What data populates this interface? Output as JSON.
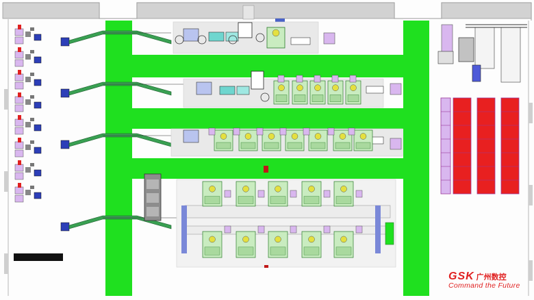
{
  "logo": {
    "brand": "GSK",
    "brand_cn": "广州数控",
    "slogan": "Command the Future"
  },
  "colors": {
    "aisle_green": "#1fe01f",
    "rack_red": "#e82020",
    "rack_frame": "#9a3a9a",
    "cell_green": "#c9ecc0",
    "cell_purple": "#d9b7ef",
    "conveyor_green": "#39a052",
    "wall_grey": "#c8c8c8",
    "logo_red": "#e02020"
  }
}
